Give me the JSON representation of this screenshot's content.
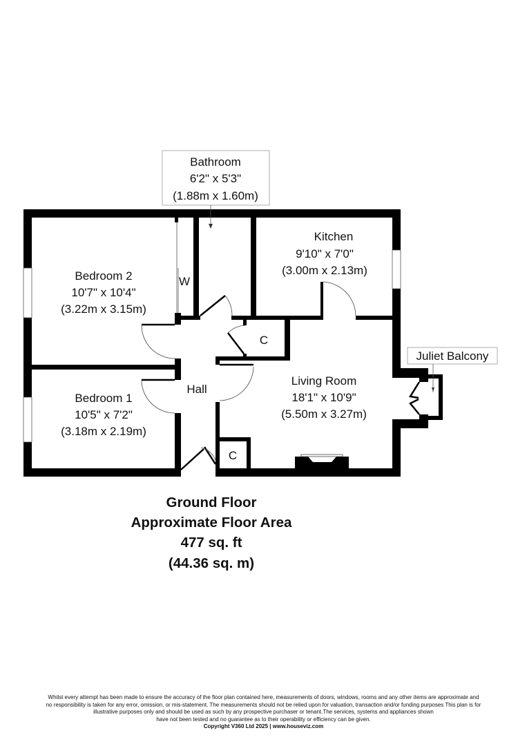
{
  "rooms": {
    "bathroom": {
      "name": "Bathroom",
      "imperial": "6'2\" x 5'3\"",
      "metric": "(1.88m x 1.60m)"
    },
    "kitchen": {
      "name": "Kitchen",
      "imperial": "9'10\" x 7'0\"",
      "metric": "(3.00m x 2.13m)"
    },
    "bedroom2": {
      "name": "Bedroom 2",
      "imperial": "10'7\" x 10'4\"",
      "metric": "(3.22m x 3.15m)"
    },
    "bedroom1": {
      "name": "Bedroom 1",
      "imperial": "10'5\" x 7'2\"",
      "metric": "(3.18m x 2.19m)"
    },
    "living": {
      "name": "Living Room",
      "imperial": "18'1\" x 10'9\"",
      "metric": "(5.50m x 3.27m)"
    },
    "hall": {
      "name": "Hall"
    },
    "wardrobe": {
      "name": "W"
    },
    "cupboard1": {
      "name": "C"
    },
    "cupboard2": {
      "name": "C"
    },
    "balcony": {
      "name": "Juliet Balcony"
    }
  },
  "summary": {
    "floor": "Ground Floor",
    "area_label": "Approximate Floor Area",
    "area_sqft": "477 sq. ft",
    "area_sqm": "(44.36 sq. m)"
  },
  "disclaimer": {
    "lines": [
      "Whilst every attempt has been made to ensure the accuracy of the floor plan contained here, measurements of doors, windows, rooms and any other items are approximate and",
      "no responsibility is taken for any error, omission, or mis-statement.  The measurements should not be relied upon for valuation, transaction and/or funding purposes This plan is for",
      "illustrative purposes only and should be used as such by any prospective purchaser or tenant.The services, systems and appliances shown",
      "have not been tested and no guarantee as to their operability or efficiency can be given."
    ],
    "copyright": "Copyright V360 Ltd 2025 | www.houseviz.com"
  }
}
